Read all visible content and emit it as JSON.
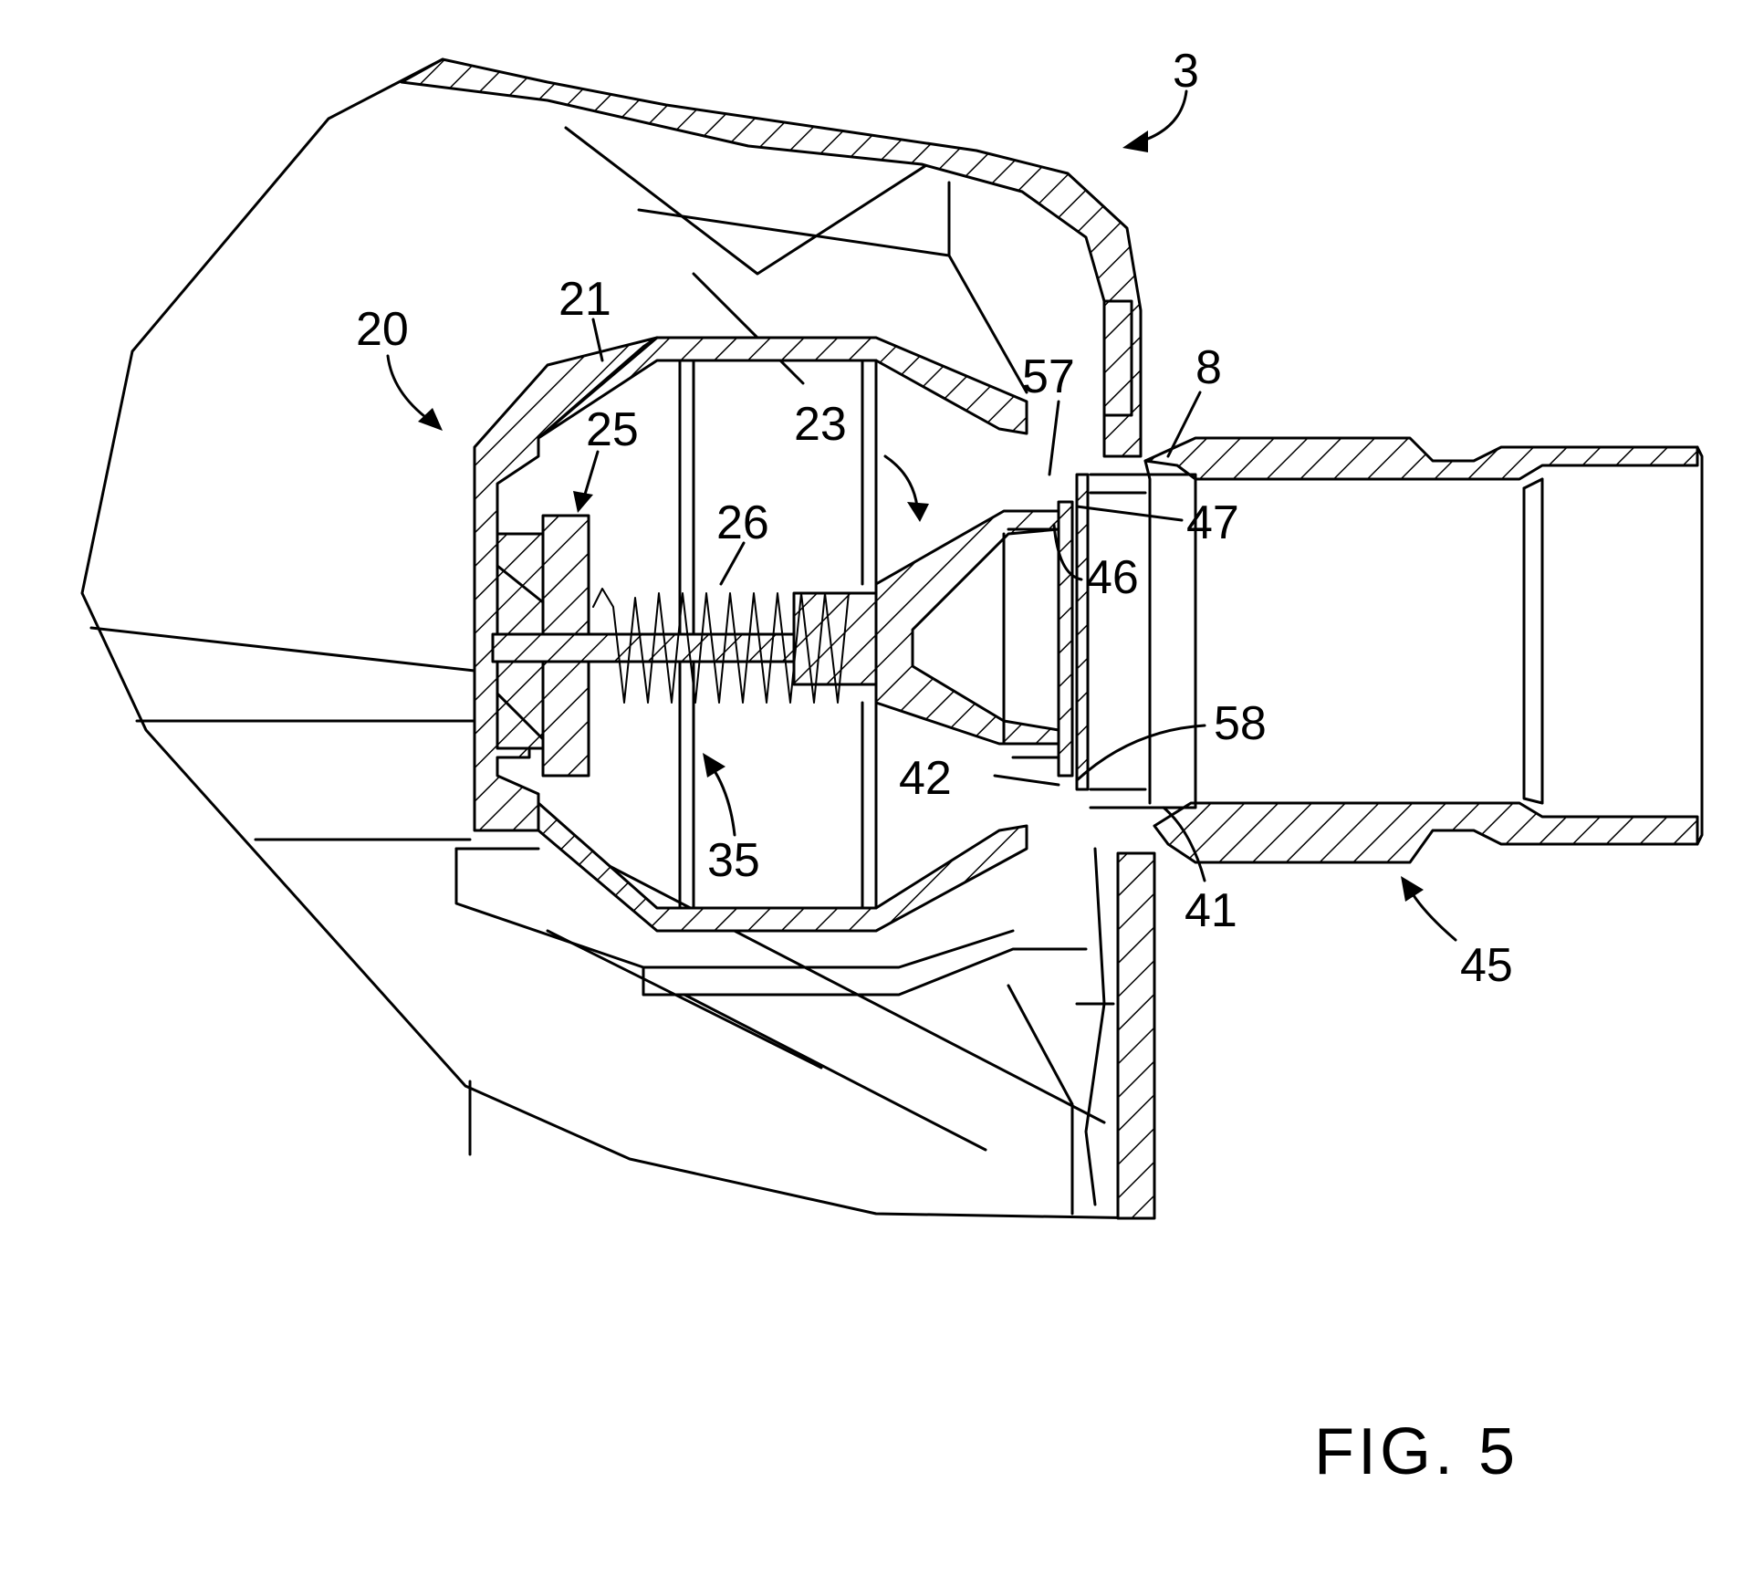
{
  "figure": {
    "title": "FIG. 5"
  },
  "reference_numerals": [
    {
      "id": "3",
      "text": "3"
    },
    {
      "id": "8",
      "text": "8"
    },
    {
      "id": "20",
      "text": "20"
    },
    {
      "id": "21",
      "text": "21"
    },
    {
      "id": "23",
      "text": "23"
    },
    {
      "id": "25",
      "text": "25"
    },
    {
      "id": "26",
      "text": "26"
    },
    {
      "id": "35",
      "text": "35"
    },
    {
      "id": "41",
      "text": "41"
    },
    {
      "id": "42",
      "text": "42"
    },
    {
      "id": "45",
      "text": "45"
    },
    {
      "id": "46",
      "text": "46"
    },
    {
      "id": "47",
      "text": "47"
    },
    {
      "id": "57",
      "text": "57"
    },
    {
      "id": "58",
      "text": "58"
    }
  ]
}
